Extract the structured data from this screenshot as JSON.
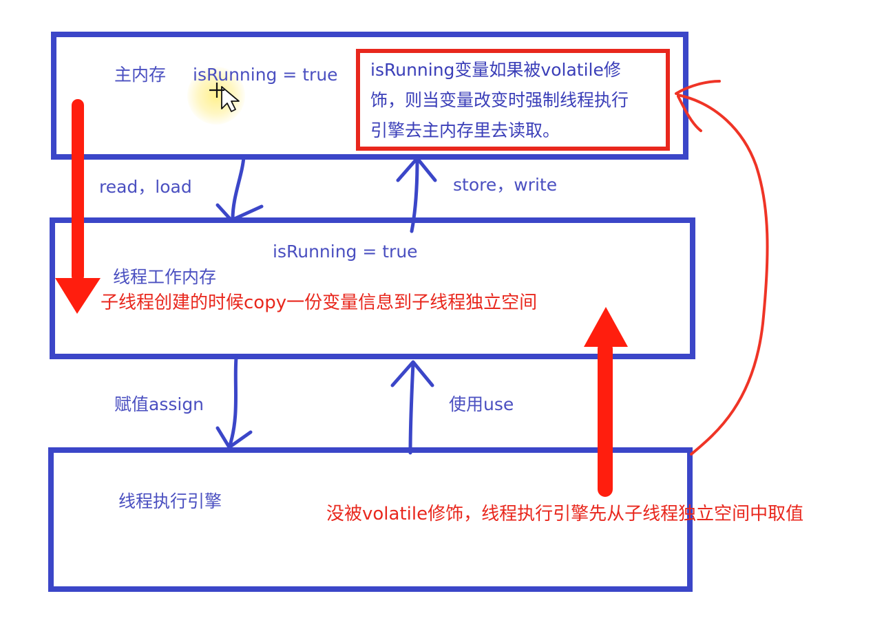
{
  "main_memory": {
    "label": "主内存",
    "var_text": "isRunning = true",
    "note_line1": "isRunning变量如果被volatile修",
    "note_line2": "饰，则当变量改变时强制线程执行",
    "note_line3": "引擎去主内存里去读取。"
  },
  "work_memory": {
    "var_text": "isRunning = true",
    "label": "线程工作内存",
    "copy_note": "子线程创建的时候copy一份变量信息到子线程独立空间"
  },
  "engine": {
    "label": "线程执行引擎",
    "non_volatile_note": "没被volatile修饰，线程执行引擎先从子线程独立空间中取值"
  },
  "ops": {
    "read_load": "read，load",
    "store_write": "store，write",
    "assign": "赋值assign",
    "use": "使用use"
  },
  "colors": {
    "box_blue": "#3b46c8",
    "annotation_red": "#e8271d",
    "text_blue": "#4a4fc0"
  }
}
